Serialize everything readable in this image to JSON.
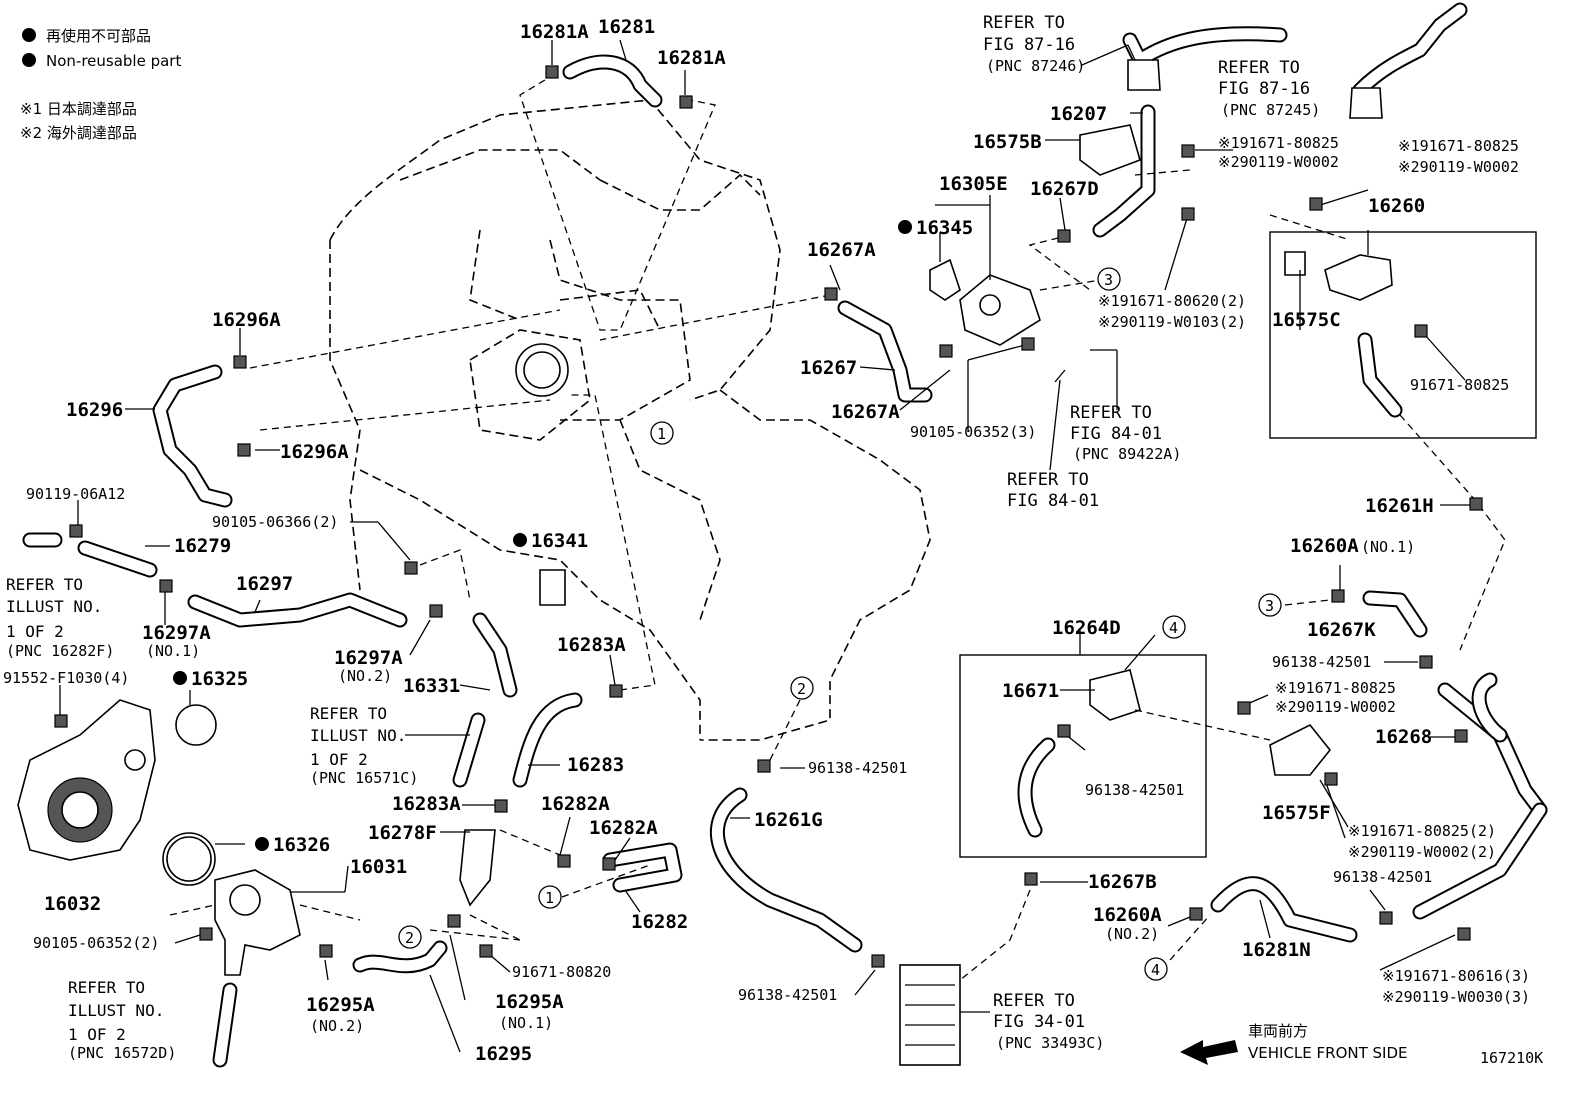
{
  "legend": {
    "non_reusable_jp": "再使用不可部品",
    "non_reusable_en": "Non-reusable part",
    "note1": "※1 日本調達部品",
    "note2": "※2 海外調達部品"
  },
  "parts": {
    "p16281A_a": "16281A",
    "p16281": "16281",
    "p16281A_b": "16281A",
    "p16296A_a": "16296A",
    "p16296": "16296",
    "p16296A_b": "16296A",
    "p90119_06A12": "90119-06A12",
    "p16279": "16279",
    "p90105_06366": "90105-06366(2)",
    "p16341": "16341",
    "p16297": "16297",
    "p16297A_no1": "16297A",
    "no1_a": "(NO.1)",
    "p16297A_no2": "16297A",
    "no2_a": "(NO.2)",
    "p16331": "16331",
    "p91552": "91552-F1030(4)",
    "p16325": "16325",
    "p16032": "16032",
    "p16283A_a": "16283A",
    "p16283": "16283",
    "p16283A_b": "16283A",
    "p16282A_a": "16282A",
    "p16282A_b": "16282A",
    "p16278F": "16278F",
    "p16282": "16282",
    "p16326": "16326",
    "p16031": "16031",
    "p90105_06352b": "90105-06352(2)",
    "p16295A_no2": "16295A",
    "no2_b": "(NO.2)",
    "p16295A_no1": "16295A",
    "no1_b": "(NO.1)",
    "p91671_80820": "91671-80820",
    "p16295": "16295",
    "p96138_a": "96138-42501",
    "p16261G": "16261G",
    "p96138_b": "96138-42501",
    "p16207": "16207",
    "p16575B": "16575B",
    "p16305E": "16305E",
    "p16267D": "16267D",
    "p16345": "16345",
    "p16267A_a": "16267A",
    "p16267": "16267",
    "p16267A_b": "16267A",
    "p90105_06352a": "90105-06352(3)",
    "s191671_80825_a": "※191671-80825",
    "s290119_W0002_a": "※290119-W0002",
    "s191671_80825_b": "※191671-80825",
    "s290119_W0002_b": "※290119-W0002",
    "s191671_80620": "※191671-80620(2)",
    "s290119_W0103": "※290119-W0103(2)",
    "p16260": "16260",
    "p16575C": "16575C",
    "p91671_80825": "91671-80825",
    "p16261H": "16261H",
    "p16260A_no1": "16260A",
    "no1_c": "(NO.1)",
    "p16267K": "16267K",
    "p96138_c": "96138-42501",
    "s191671_80825_c": "※191671-80825",
    "s290119_W0002_c": "※290119-W0002",
    "p16268": "16268",
    "p16575F": "16575F",
    "s191671_80825_d": "※191671-80825(2)",
    "s290119_W0002_d": "※290119-W0002(2)",
    "p96138_d": "96138-42501",
    "s191671_80616": "※191671-80616(3)",
    "s290119_W0030": "※290119-W0030(3)",
    "p16264D": "16264D",
    "p16671": "16671",
    "p96138_e": "96138-42501",
    "p16267B": "16267B",
    "p16260A_no2": "16260A",
    "no2_c": "(NO.2)",
    "p16281N": "16281N",
    "diagram_id": "167210K"
  },
  "refs": {
    "r87246": [
      "REFER TO",
      "FIG 87-16",
      "(PNC 87246)"
    ],
    "r87245": [
      "REFER TO",
      "FIG 87-16",
      "(PNC 87245)"
    ],
    "r89422": [
      "REFER TO",
      "FIG 84-01",
      "(PNC 89422A)"
    ],
    "r8401": [
      "REFER TO",
      "FIG 84-01"
    ],
    "r16282F": [
      "REFER TO",
      "ILLUST NO.",
      "1 OF 2",
      "(PNC 16282F)"
    ],
    "r16571C": [
      "REFER TO",
      "ILLUST NO.",
      "1 OF 2",
      "(PNC 16571C)"
    ],
    "r16572D": [
      "REFER TO",
      "ILLUST NO.",
      "1 OF 2",
      "(PNC 16572D)"
    ],
    "r33493": [
      "REFER TO",
      "FIG 34-01",
      "(PNC 33493C)"
    ]
  },
  "callouts": [
    "1",
    "2",
    "3",
    "4"
  ],
  "front": {
    "jp": "車両前方",
    "en": "VEHICLE FRONT SIDE"
  },
  "icons": {
    "filled_dot": "non-reusable-dot-icon",
    "direction_arrow": "front-arrow-icon"
  }
}
